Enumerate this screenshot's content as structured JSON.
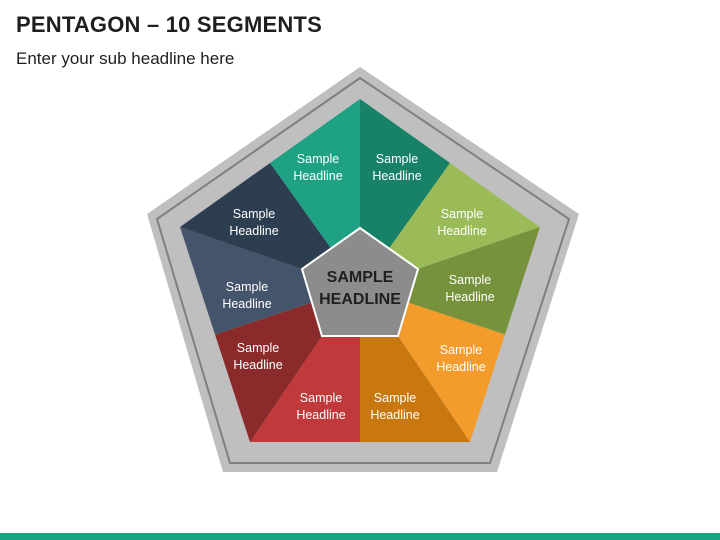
{
  "title": "PENTAGON – 10 SEGMENTS",
  "subtitle": "Enter your sub headline here",
  "center": {
    "line1": "SAMPLE",
    "line2": "HEADLINE",
    "color": "#8c8c8c"
  },
  "frame": {
    "outer_color": "#bfbfbf",
    "line_color": "#7f7f7f"
  },
  "bottom_bar_color": "#1aa384",
  "segments": [
    {
      "line1": "Sample",
      "line2": "Headline",
      "color": "#1fa184"
    },
    {
      "line1": "Sample",
      "line2": "Headline",
      "color": "#178267"
    },
    {
      "line1": "Sample",
      "line2": "Headline",
      "color": "#9bbb59"
    },
    {
      "line1": "Sample",
      "line2": "Headline",
      "color": "#76923c"
    },
    {
      "line1": "Sample",
      "line2": "Headline",
      "color": "#f39c2c"
    },
    {
      "line1": "Sample",
      "line2": "Headline",
      "color": "#c8780f"
    },
    {
      "line1": "Sample",
      "line2": "Headline",
      "color": "#c0393b"
    },
    {
      "line1": "Sample",
      "line2": "Headline",
      "color": "#8b2a2a"
    },
    {
      "line1": "Sample",
      "line2": "Headline",
      "color": "#44546a"
    },
    {
      "line1": "Sample",
      "line2": "Headline",
      "color": "#2c3e50"
    }
  ]
}
